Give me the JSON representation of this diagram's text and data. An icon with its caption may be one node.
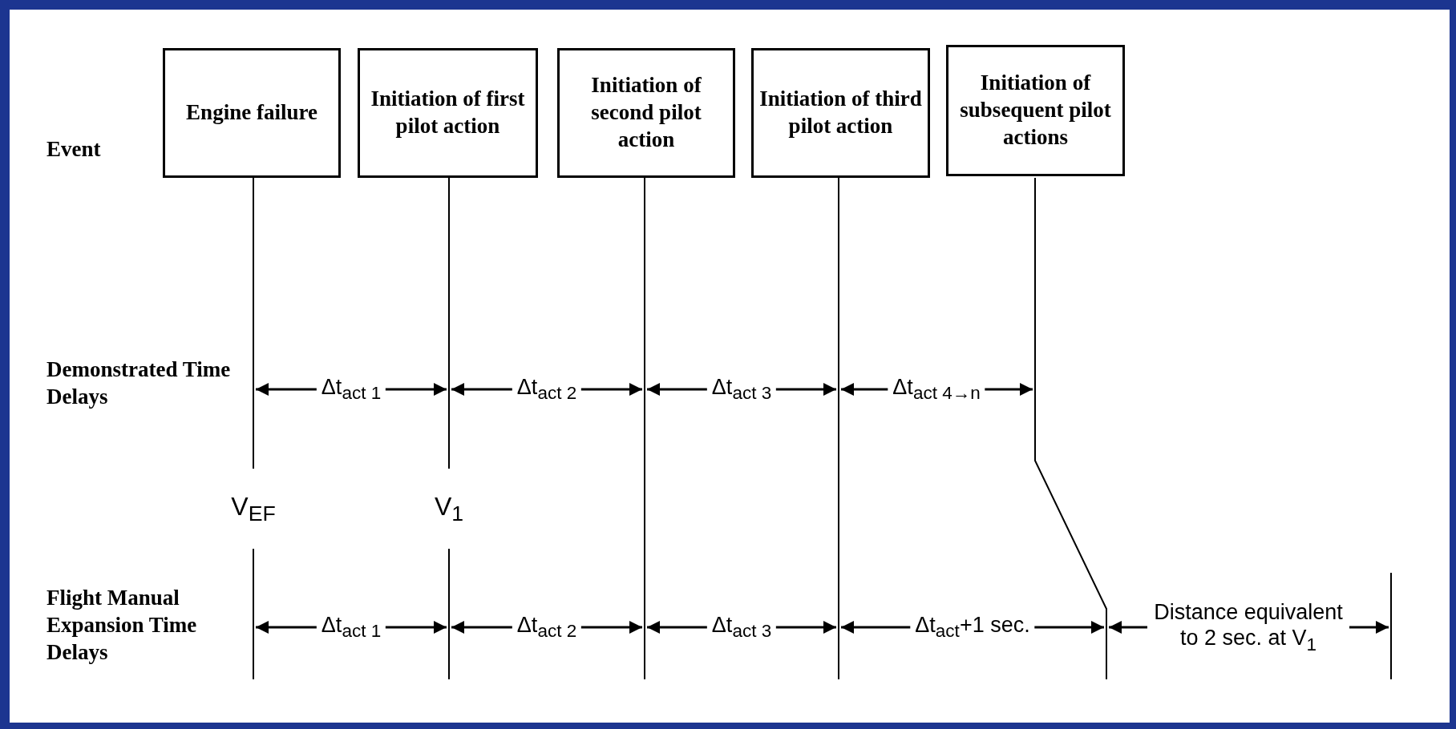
{
  "diagram": {
    "nodes": [
      {
        "text": [
          "Engine  failure"
        ]
      },
      {
        "text": [
          "Initiation of first pilot action"
        ]
      },
      {
        "text": [
          "Initiation of second pilot action"
        ]
      },
      {
        "text": [
          "Initiation of third pilot action"
        ]
      },
      {
        "text": [
          "Initiation of subsequent pilot actions"
        ]
      }
    ],
    "edges": [
      {
        "from": 0,
        "to": null,
        "arrow": "none"
      },
      {
        "from": 1,
        "to": null,
        "arrow": "none"
      },
      {
        "from": 2,
        "to": null,
        "arrow": "none"
      },
      {
        "from": 3,
        "to": null,
        "arrow": "none"
      },
      {
        "from": 4,
        "to": null,
        "arrow": "none"
      }
    ],
    "labels": [
      "Event",
      "Demonstrated Time Delays",
      "Δt$_{act 1}$",
      "Δt$_{act 2}$",
      "Δt$_{act 3}$",
      "Δt$_{act 4→n}$",
      "V$_{EF}$",
      "V$_{1}$",
      "Flight Manual Expansion Time Delays",
      "Δt$_{act 1}$",
      "Δt$_{act 2}$",
      "Δt$_{act 3}$",
      "Δt$_{act}$+1 sec.",
      "Distance equivalent to 2 sec. at V$_{1}$"
    ]
  }
}
